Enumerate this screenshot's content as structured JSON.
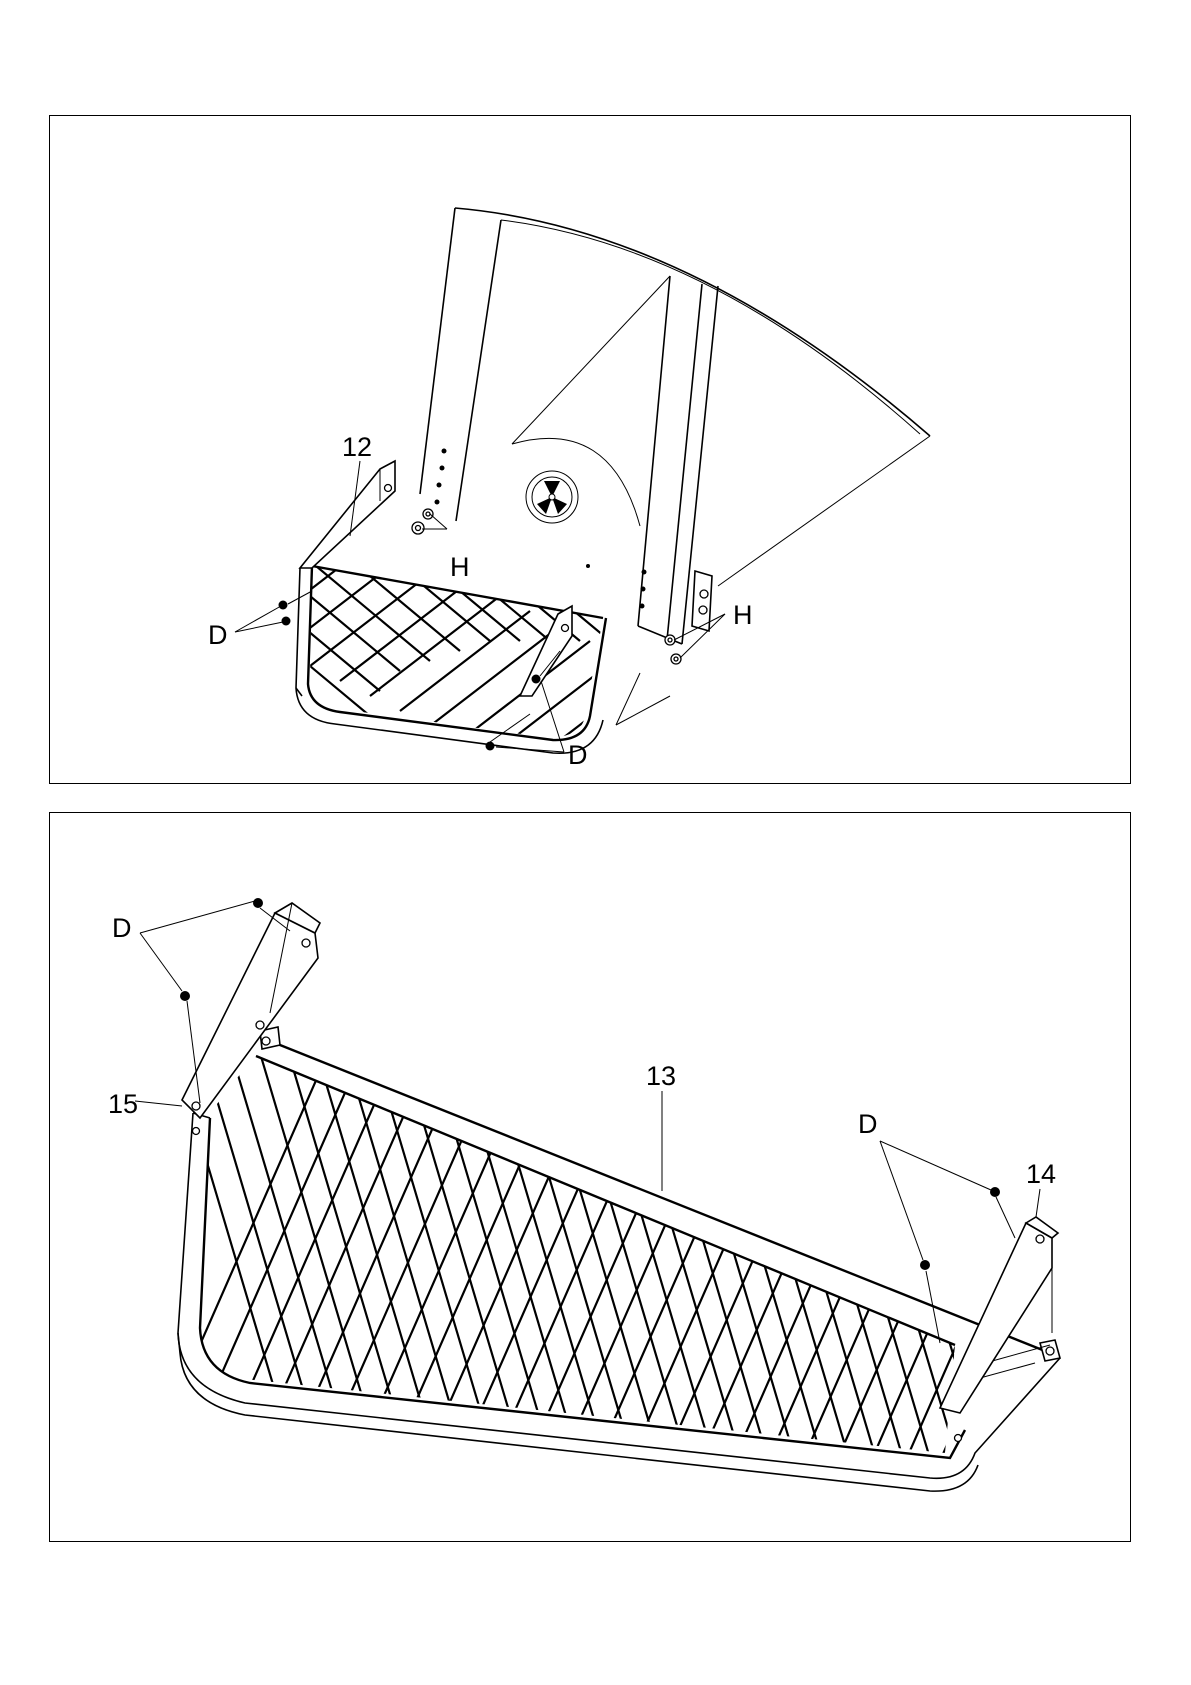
{
  "figure_top": {
    "labels": {
      "step": "12",
      "hardware_h_left": "H",
      "hardware_h_right": "H",
      "hardware_d_left": "D",
      "hardware_d_bottom": "D"
    }
  },
  "figure_bottom": {
    "labels": {
      "hardware_d_left": "D",
      "hardware_d_right": "D",
      "bracket_left": "15",
      "platform": "13",
      "bracket_right": "14"
    }
  }
}
